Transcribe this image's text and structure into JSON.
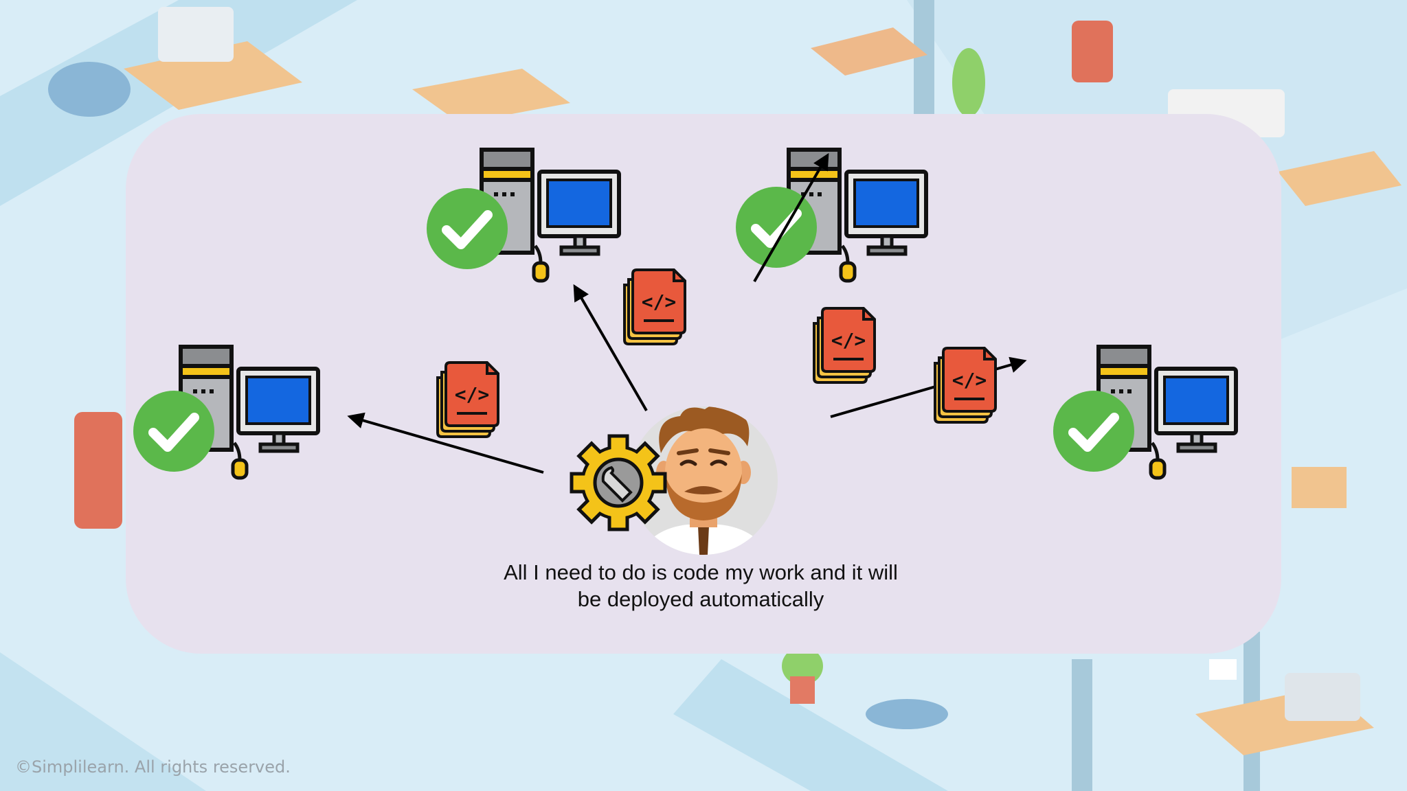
{
  "caption": {
    "line1": "All I need to do is code my work and it will",
    "line2": "be deployed automatically"
  },
  "copyright": "©Simplilearn. All rights reserved.",
  "icons": {
    "computer": "desktop-computer-icon",
    "check": "check-circle-icon",
    "code_file": "code-file-stack-icon",
    "gear": "gear-wrench-icon",
    "developer": "developer-avatar"
  },
  "colors": {
    "panel": "#e7e1ee",
    "check_green": "#5bb84a",
    "file_red": "#e8593c",
    "file_yellow": "#f5c343",
    "monitor_blue": "#1467e0",
    "gear_yellow": "#f4c319"
  }
}
